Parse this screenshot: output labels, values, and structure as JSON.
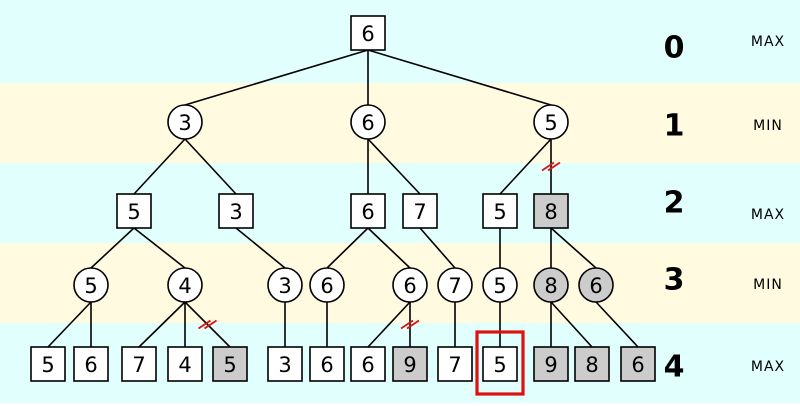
{
  "colors": {
    "band_even": "#e0fffd",
    "band_odd": "#fffae0",
    "pruned_fill": "#cccccc",
    "node_fill": "#ffffff",
    "highlight": "#dd1111",
    "cut_mark": "#dd1111"
  },
  "levels": [
    {
      "depth": "0",
      "role": "MAX"
    },
    {
      "depth": "1",
      "role": "MIN"
    },
    {
      "depth": "2",
      "role": "MAX"
    },
    {
      "depth": "3",
      "role": "MIN"
    },
    {
      "depth": "4",
      "role": "MAX"
    }
  ],
  "nodes": [
    {
      "id": "r",
      "value": "6",
      "shape": "square",
      "level": 0
    },
    {
      "id": "a",
      "value": "3",
      "shape": "circle",
      "level": 1,
      "parent": "r"
    },
    {
      "id": "b",
      "value": "6",
      "shape": "circle",
      "level": 1,
      "parent": "r"
    },
    {
      "id": "c",
      "value": "5",
      "shape": "circle",
      "level": 1,
      "parent": "r"
    },
    {
      "id": "a1",
      "value": "5",
      "shape": "square",
      "level": 2,
      "parent": "a"
    },
    {
      "id": "a2",
      "value": "3",
      "shape": "square",
      "level": 2,
      "parent": "a"
    },
    {
      "id": "b1",
      "value": "6",
      "shape": "square",
      "level": 2,
      "parent": "b"
    },
    {
      "id": "b2",
      "value": "7",
      "shape": "square",
      "level": 2,
      "parent": "b"
    },
    {
      "id": "c1",
      "value": "5",
      "shape": "square",
      "level": 2,
      "parent": "c"
    },
    {
      "id": "c2",
      "value": "8",
      "shape": "square",
      "level": 2,
      "parent": "c",
      "pruned": true,
      "cut": true
    },
    {
      "id": "a11",
      "value": "5",
      "shape": "circle",
      "level": 3,
      "parent": "a1"
    },
    {
      "id": "a12",
      "value": "4",
      "shape": "circle",
      "level": 3,
      "parent": "a1"
    },
    {
      "id": "a21",
      "value": "3",
      "shape": "circle",
      "level": 3,
      "parent": "a2"
    },
    {
      "id": "b11",
      "value": "6",
      "shape": "circle",
      "level": 3,
      "parent": "b1"
    },
    {
      "id": "b12",
      "value": "6",
      "shape": "circle",
      "level": 3,
      "parent": "b1"
    },
    {
      "id": "b21",
      "value": "7",
      "shape": "circle",
      "level": 3,
      "parent": "b2"
    },
    {
      "id": "c11",
      "value": "5",
      "shape": "circle",
      "level": 3,
      "parent": "c1"
    },
    {
      "id": "c21",
      "value": "8",
      "shape": "circle",
      "level": 3,
      "parent": "c2",
      "pruned": true
    },
    {
      "id": "c22",
      "value": "6",
      "shape": "circle",
      "level": 3,
      "parent": "c2",
      "pruned": true
    },
    {
      "id": "l1",
      "value": "5",
      "shape": "square",
      "level": 4,
      "parent": "a11"
    },
    {
      "id": "l2",
      "value": "6",
      "shape": "square",
      "level": 4,
      "parent": "a11"
    },
    {
      "id": "l3",
      "value": "7",
      "shape": "square",
      "level": 4,
      "parent": "a12"
    },
    {
      "id": "l4",
      "value": "4",
      "shape": "square",
      "level": 4,
      "parent": "a12"
    },
    {
      "id": "l5",
      "value": "5",
      "shape": "square",
      "level": 4,
      "parent": "a12",
      "pruned": true,
      "cut": true
    },
    {
      "id": "l6",
      "value": "3",
      "shape": "square",
      "level": 4,
      "parent": "a21"
    },
    {
      "id": "l7",
      "value": "6",
      "shape": "square",
      "level": 4,
      "parent": "b11"
    },
    {
      "id": "l8",
      "value": "6",
      "shape": "square",
      "level": 4,
      "parent": "b12"
    },
    {
      "id": "l9",
      "value": "9",
      "shape": "square",
      "level": 4,
      "parent": "b12",
      "pruned": true,
      "cut": true
    },
    {
      "id": "l10",
      "value": "7",
      "shape": "square",
      "level": 4,
      "parent": "b21"
    },
    {
      "id": "l11",
      "value": "5",
      "shape": "square",
      "level": 4,
      "parent": "c11",
      "highlight": true
    },
    {
      "id": "l12",
      "value": "9",
      "shape": "square",
      "level": 4,
      "parent": "c21",
      "pruned": true
    },
    {
      "id": "l13",
      "value": "8",
      "shape": "square",
      "level": 4,
      "parent": "c21",
      "pruned": true
    },
    {
      "id": "l14",
      "value": "6",
      "shape": "square",
      "level": 4,
      "parent": "c22",
      "pruned": true
    }
  ]
}
